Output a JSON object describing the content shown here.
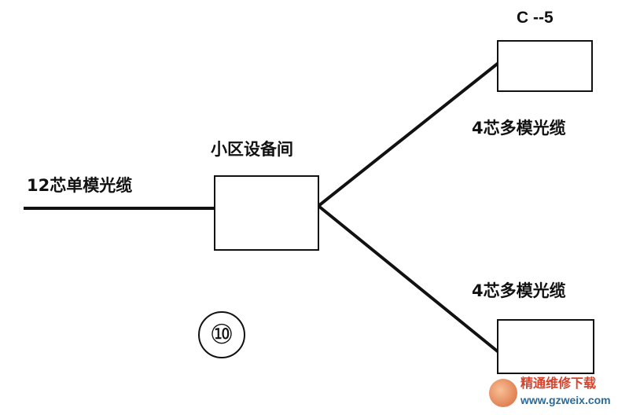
{
  "labels": {
    "left_cable": "12芯单模光缆",
    "center_room": "小区设备间",
    "top_device": "C --5",
    "upper_cable": "4芯多模光缆",
    "lower_cable": "4芯多模光缆",
    "diagram_number": "⑩"
  },
  "watermark": {
    "title": "精通维修下载",
    "url": "www.gzweix.com"
  }
}
